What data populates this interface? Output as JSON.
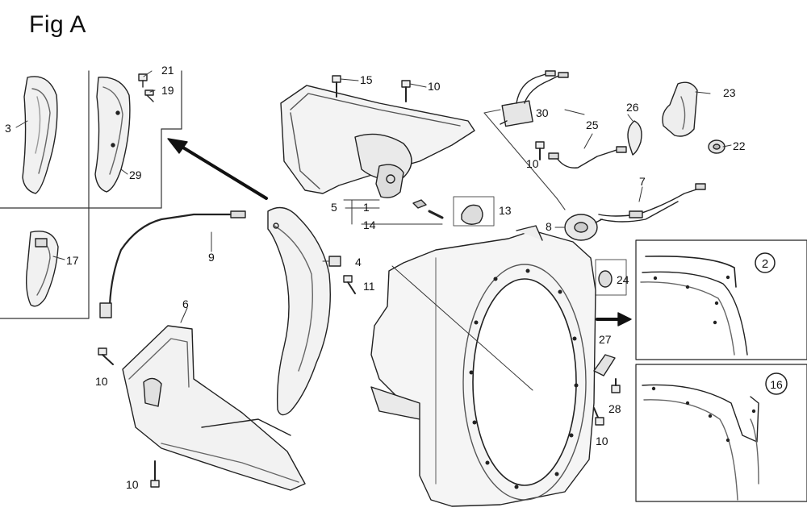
{
  "figure": {
    "title": "Fig A"
  },
  "callouts": {
    "c1": "1",
    "c3": "3",
    "c4": "4",
    "c5": "5",
    "c6": "6",
    "c7": "7",
    "c8": "8",
    "c9": "9",
    "c10a": "10",
    "c10b": "10",
    "c10c": "10",
    "c10d": "10",
    "c10e": "10",
    "c11": "11",
    "c13": "13",
    "c14": "14",
    "c15": "15",
    "c17": "17",
    "c19": "19",
    "c21": "21",
    "c22": "22",
    "c23": "23",
    "c24": "24",
    "c25": "25",
    "c26": "26",
    "c27": "27",
    "c28": "28",
    "c29": "29",
    "c30": "30"
  },
  "detail_views": {
    "top_label": "2",
    "bottom_label": "16"
  }
}
